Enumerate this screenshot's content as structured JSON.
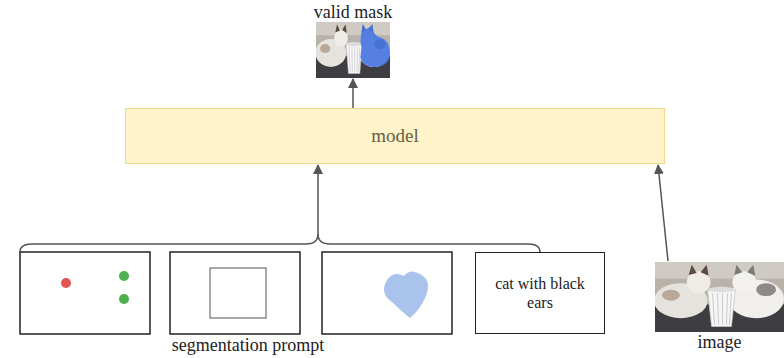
{
  "diagram": {
    "nodes": [
      {
        "text": [
          "valid mask"
        ]
      },
      {
        "text": [
          "model"
        ]
      },
      {
        "text": [
          "cat with black ears"
        ]
      },
      {
        "text": [
          "image"
        ]
      }
    ],
    "edges": [
      {
        "from": 1,
        "to": 0,
        "arrow": "to"
      },
      {
        "from": 2,
        "to": 1,
        "arrow": "to"
      },
      {
        "from": 3,
        "to": 1,
        "arrow": "to"
      }
    ],
    "labels": [
      "segmentation prompt"
    ]
  }
}
